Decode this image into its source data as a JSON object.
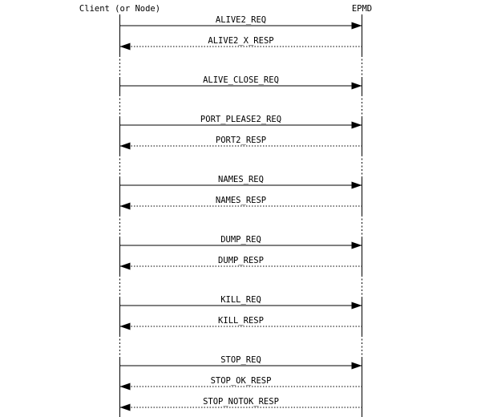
{
  "diagram": {
    "type": "message-sequence-chart",
    "left_actor": "Client (or Node)",
    "right_actor": "EPMD",
    "colors": {
      "foreground": "#000000",
      "background": "#ffffff"
    },
    "groups": [
      {
        "messages": [
          {
            "label": "ALIVE2_REQ",
            "direction": "right",
            "line": "solid"
          },
          {
            "label": "ALIVE2_X_RESP",
            "direction": "left",
            "line": "dotted"
          }
        ]
      },
      {
        "messages": [
          {
            "label": "ALIVE_CLOSE_REQ",
            "direction": "right",
            "line": "solid"
          }
        ]
      },
      {
        "messages": [
          {
            "label": "PORT_PLEASE2_REQ",
            "direction": "right",
            "line": "solid"
          },
          {
            "label": "PORT2_RESP",
            "direction": "left",
            "line": "dotted"
          }
        ]
      },
      {
        "messages": [
          {
            "label": "NAMES_REQ",
            "direction": "right",
            "line": "solid"
          },
          {
            "label": "NAMES_RESP",
            "direction": "left",
            "line": "dotted"
          }
        ]
      },
      {
        "messages": [
          {
            "label": "DUMP_REQ",
            "direction": "right",
            "line": "solid"
          },
          {
            "label": "DUMP_RESP",
            "direction": "left",
            "line": "dotted"
          }
        ]
      },
      {
        "messages": [
          {
            "label": "KILL_REQ",
            "direction": "right",
            "line": "solid"
          },
          {
            "label": "KILL_RESP",
            "direction": "left",
            "line": "dotted"
          }
        ]
      },
      {
        "messages": [
          {
            "label": "STOP_REQ",
            "direction": "right",
            "line": "solid"
          },
          {
            "label": "STOP_OK_RESP",
            "direction": "left",
            "line": "dotted"
          },
          {
            "label": "STOP_NOTOK_RESP",
            "direction": "left",
            "line": "dotted"
          }
        ]
      }
    ]
  }
}
